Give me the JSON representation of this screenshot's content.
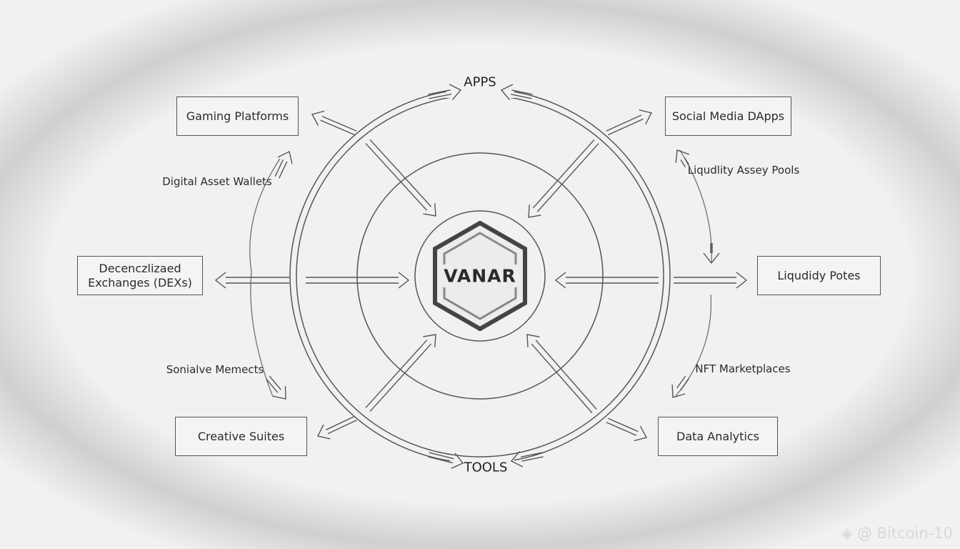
{
  "ring_labels": {
    "top": "APPS",
    "bottom": "TOOLS"
  },
  "center": {
    "logo_text": "VANAR"
  },
  "boxes": {
    "gaming": "Gaming Platforms",
    "social": "Social Media DApps",
    "dex_line1": "Decenczlizaed",
    "dex_line2": "Exchanges (DEXs)",
    "liquidity_potes": "Liqudidy Potes",
    "creative": "Creative Suites",
    "analytics": "Data Analytics"
  },
  "labels": {
    "wallets": "Digital Asset Wallets",
    "pools": "Liqudlity Assey Pools",
    "memects": "Sonialve Memects",
    "nft": "NFT Marketplaces"
  },
  "watermark": "@ Bitcoin-10"
}
